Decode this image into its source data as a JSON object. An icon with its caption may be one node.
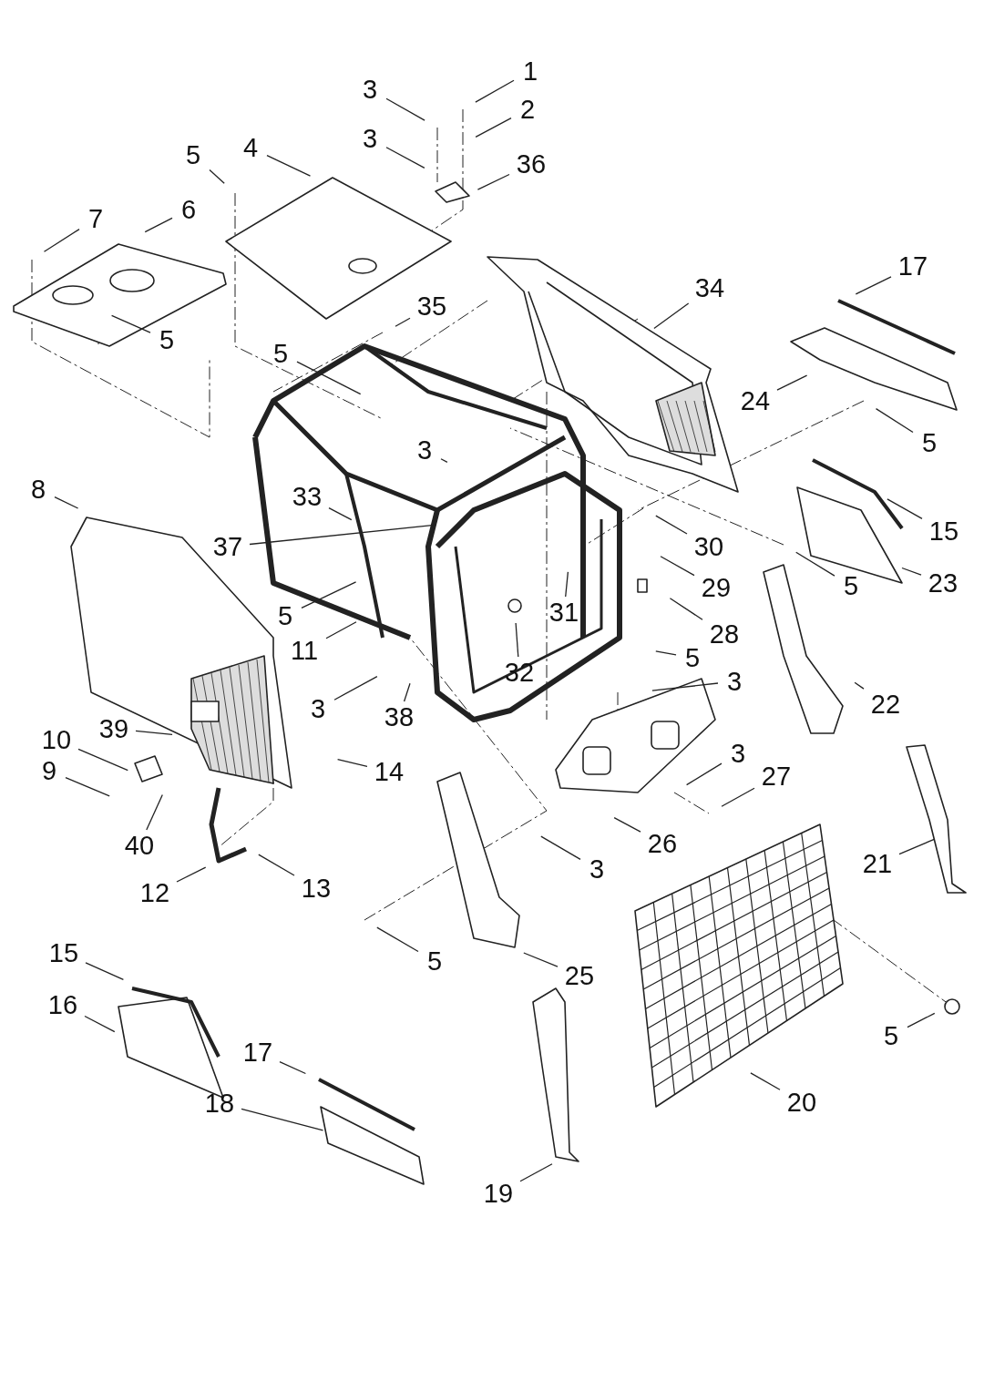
{
  "diagram": {
    "nodes": [
      {
        "text": [
          "1"
        ]
      },
      {
        "text": [
          "3"
        ]
      },
      {
        "text": [
          "2"
        ]
      },
      {
        "text": [
          "3"
        ]
      },
      {
        "text": [
          "36"
        ]
      },
      {
        "text": [
          "5"
        ]
      },
      {
        "text": [
          "4"
        ]
      },
      {
        "text": [
          "7"
        ]
      },
      {
        "text": [
          "6"
        ]
      },
      {
        "text": [
          "17"
        ]
      },
      {
        "text": [
          "34"
        ]
      },
      {
        "text": [
          "35"
        ]
      },
      {
        "text": [
          "5"
        ]
      },
      {
        "text": [
          "5"
        ]
      },
      {
        "text": [
          "24"
        ]
      },
      {
        "text": [
          "5"
        ]
      },
      {
        "text": [
          "3"
        ]
      },
      {
        "text": [
          "8"
        ]
      },
      {
        "text": [
          "33"
        ]
      },
      {
        "text": [
          "15"
        ]
      },
      {
        "text": [
          "37"
        ]
      },
      {
        "text": [
          "30"
        ]
      },
      {
        "text": [
          "5"
        ]
      },
      {
        "text": [
          "23"
        ]
      },
      {
        "text": [
          "29"
        ]
      },
      {
        "text": [
          "5"
        ]
      },
      {
        "text": [
          "31"
        ]
      },
      {
        "text": [
          "28"
        ]
      },
      {
        "text": [
          "11"
        ]
      },
      {
        "text": [
          "32"
        ]
      },
      {
        "text": [
          "5"
        ]
      },
      {
        "text": [
          "3"
        ]
      },
      {
        "text": [
          "22"
        ]
      },
      {
        "text": [
          "3"
        ]
      },
      {
        "text": [
          "38"
        ]
      },
      {
        "text": [
          "3"
        ]
      },
      {
        "text": [
          "10"
        ]
      },
      {
        "text": [
          "39"
        ]
      },
      {
        "text": [
          "27"
        ]
      },
      {
        "text": [
          "9"
        ]
      },
      {
        "text": [
          "14"
        ]
      },
      {
        "text": [
          "40"
        ]
      },
      {
        "text": [
          "26"
        ]
      },
      {
        "text": [
          "21"
        ]
      },
      {
        "text": [
          "12"
        ]
      },
      {
        "text": [
          "13"
        ]
      },
      {
        "text": [
          "3"
        ]
      },
      {
        "text": [
          "5"
        ]
      },
      {
        "text": [
          "25"
        ]
      },
      {
        "text": [
          "15"
        ]
      },
      {
        "text": [
          "16"
        ]
      },
      {
        "text": [
          "5"
        ]
      },
      {
        "text": [
          "20"
        ]
      },
      {
        "text": [
          "17"
        ]
      },
      {
        "text": [
          "18"
        ]
      },
      {
        "text": [
          "19"
        ]
      }
    ],
    "edges": [
      {
        "from": 0,
        "to": null,
        "arrow": "none"
      },
      {
        "from": 1,
        "to": null,
        "arrow": "none"
      },
      {
        "from": 2,
        "to": null,
        "arrow": "none"
      },
      {
        "from": 3,
        "to": null,
        "arrow": "none"
      },
      {
        "from": 4,
        "to": null,
        "arrow": "none"
      },
      {
        "from": 5,
        "to": null,
        "arrow": "none"
      },
      {
        "from": 6,
        "to": null,
        "arrow": "none"
      },
      {
        "from": 7,
        "to": null,
        "arrow": "none"
      },
      {
        "from": 8,
        "to": null,
        "arrow": "none"
      },
      {
        "from": 9,
        "to": null,
        "arrow": "none"
      },
      {
        "from": 10,
        "to": null,
        "arrow": "none"
      },
      {
        "from": 11,
        "to": null,
        "arrow": "none"
      },
      {
        "from": 12,
        "to": null,
        "arrow": "none"
      },
      {
        "from": 13,
        "to": null,
        "arrow": "none"
      },
      {
        "from": 14,
        "to": null,
        "arrow": "none"
      },
      {
        "from": 15,
        "to": null,
        "arrow": "none"
      },
      {
        "from": 16,
        "to": null,
        "arrow": "none"
      },
      {
        "from": 17,
        "to": null,
        "arrow": "none"
      },
      {
        "from": 18,
        "to": null,
        "arrow": "none"
      },
      {
        "from": 19,
        "to": null,
        "arrow": "none"
      },
      {
        "from": 20,
        "to": null,
        "arrow": "none"
      },
      {
        "from": 21,
        "to": null,
        "arrow": "none"
      },
      {
        "from": 22,
        "to": null,
        "arrow": "none"
      },
      {
        "from": 23,
        "to": null,
        "arrow": "none"
      },
      {
        "from": 24,
        "to": null,
        "arrow": "none"
      },
      {
        "from": 25,
        "to": null,
        "arrow": "none"
      },
      {
        "from": 26,
        "to": null,
        "arrow": "none"
      },
      {
        "from": 27,
        "to": null,
        "arrow": "none"
      },
      {
        "from": 28,
        "to": null,
        "arrow": "none"
      },
      {
        "from": 29,
        "to": null,
        "arrow": "none"
      },
      {
        "from": 30,
        "to": null,
        "arrow": "none"
      },
      {
        "from": 31,
        "to": null,
        "arrow": "none"
      },
      {
        "from": 32,
        "to": null,
        "arrow": "none"
      },
      {
        "from": 33,
        "to": null,
        "arrow": "none"
      },
      {
        "from": 34,
        "to": null,
        "arrow": "none"
      },
      {
        "from": 35,
        "to": null,
        "arrow": "none"
      },
      {
        "from": 36,
        "to": null,
        "arrow": "none"
      },
      {
        "from": 37,
        "to": null,
        "arrow": "none"
      },
      {
        "from": 38,
        "to": null,
        "arrow": "none"
      },
      {
        "from": 39,
        "to": null,
        "arrow": "none"
      },
      {
        "from": 40,
        "to": null,
        "arrow": "none"
      },
      {
        "from": 41,
        "to": null,
        "arrow": "none"
      },
      {
        "from": 42,
        "to": null,
        "arrow": "none"
      },
      {
        "from": 43,
        "to": null,
        "arrow": "none"
      },
      {
        "from": 44,
        "to": null,
        "arrow": "none"
      },
      {
        "from": 45,
        "to": null,
        "arrow": "none"
      },
      {
        "from": 46,
        "to": null,
        "arrow": "none"
      },
      {
        "from": 47,
        "to": null,
        "arrow": "none"
      },
      {
        "from": 48,
        "to": null,
        "arrow": "none"
      },
      {
        "from": 49,
        "to": null,
        "arrow": "none"
      },
      {
        "from": 50,
        "to": null,
        "arrow": "none"
      },
      {
        "from": 51,
        "to": null,
        "arrow": "none"
      },
      {
        "from": 52,
        "to": null,
        "arrow": "none"
      },
      {
        "from": 53,
        "to": null,
        "arrow": "none"
      },
      {
        "from": 54,
        "to": null,
        "arrow": "none"
      },
      {
        "from": 55,
        "to": null,
        "arrow": "none"
      }
    ]
  }
}
